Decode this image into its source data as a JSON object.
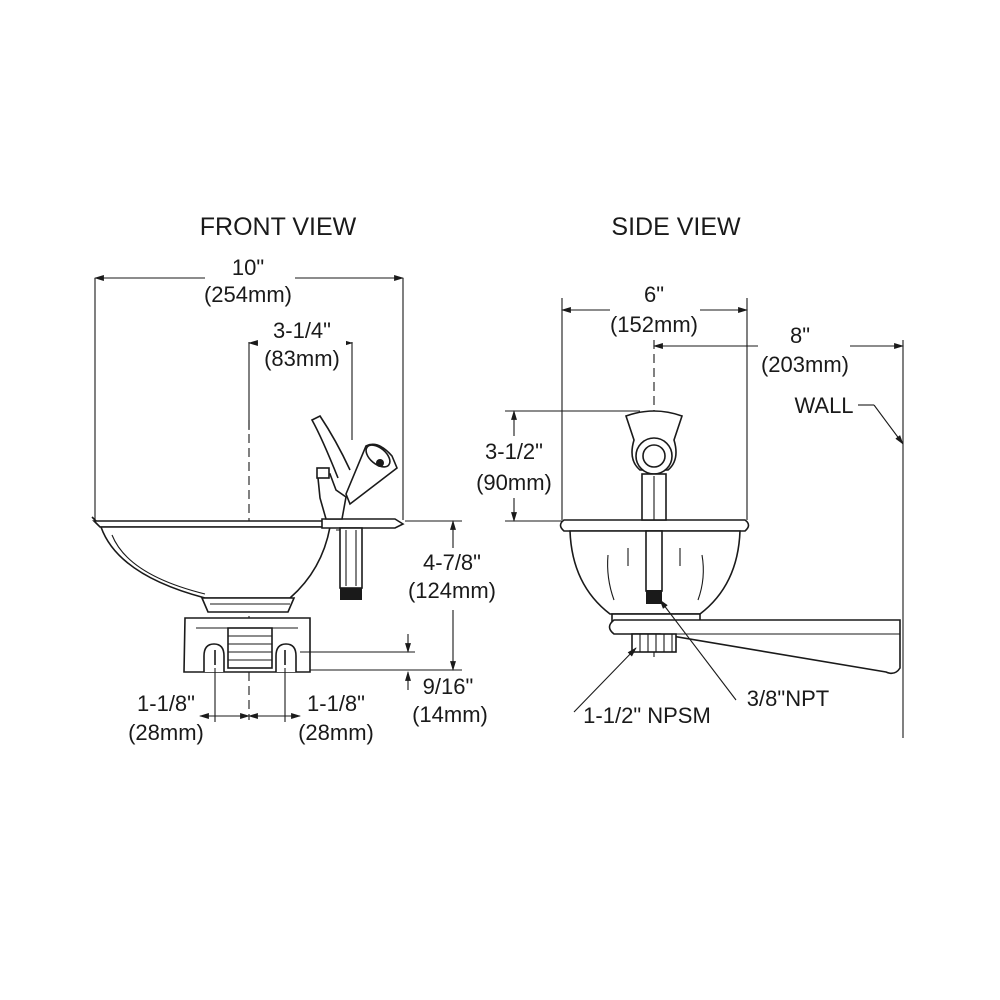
{
  "views": {
    "front": {
      "title": "FRONT VIEW"
    },
    "side": {
      "title": "SIDE VIEW"
    }
  },
  "dimensions": {
    "front_width": {
      "in": "10\"",
      "mm": "(254mm)"
    },
    "front_offset": {
      "in": "3-1/4\"",
      "mm": "(83mm)"
    },
    "front_height": {
      "in": "4-7/8\"",
      "mm": "(124mm)"
    },
    "front_drain": {
      "in": "9/16\"",
      "mm": "(14mm)"
    },
    "front_left": {
      "in": "1-1/8\"",
      "mm": "(28mm)"
    },
    "front_right": {
      "in": "1-1/8\"",
      "mm": "(28mm)"
    },
    "side_width": {
      "in": "6\"",
      "mm": "(152mm)"
    },
    "side_wall": {
      "in": "8\"",
      "mm": "(203mm)"
    },
    "side_height": {
      "in": "3-1/2\"",
      "mm": "(90mm)"
    }
  },
  "callouts": {
    "wall": "WALL",
    "npt": "3/8\"NPT",
    "npsm": "1-1/2\" NPSM"
  }
}
